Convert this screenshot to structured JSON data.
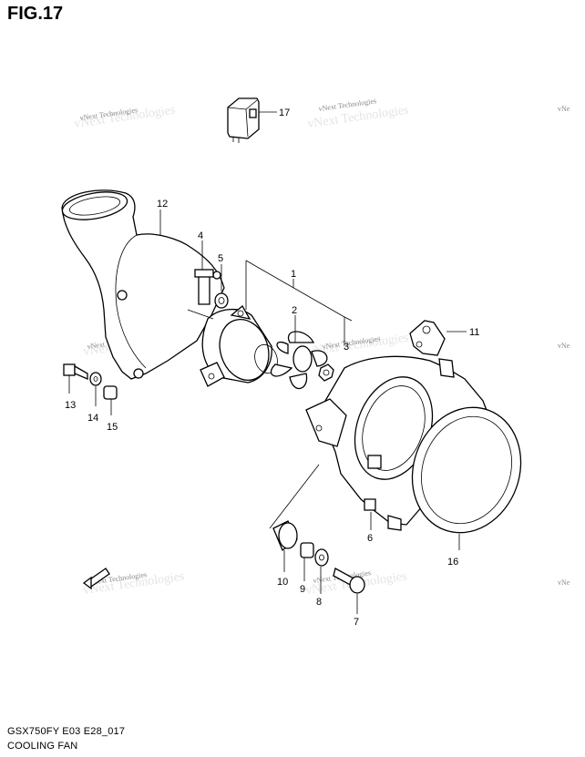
{
  "figure": {
    "title": "FIG.17"
  },
  "footer": {
    "model_code": "GSX750FY E03 E28_017",
    "section_name": "COOLING FAN"
  },
  "watermark": {
    "text": "vNext Technologies"
  },
  "callouts": {
    "c1": "1",
    "c2": "2",
    "c3": "3",
    "c4": "4",
    "c5": "5",
    "c6": "6",
    "c7": "7",
    "c8": "8",
    "c9": "9",
    "c10": "10",
    "c11": "11",
    "c12": "12",
    "c13": "13",
    "c14": "14",
    "c15": "15",
    "c16": "16",
    "c17": "17"
  }
}
